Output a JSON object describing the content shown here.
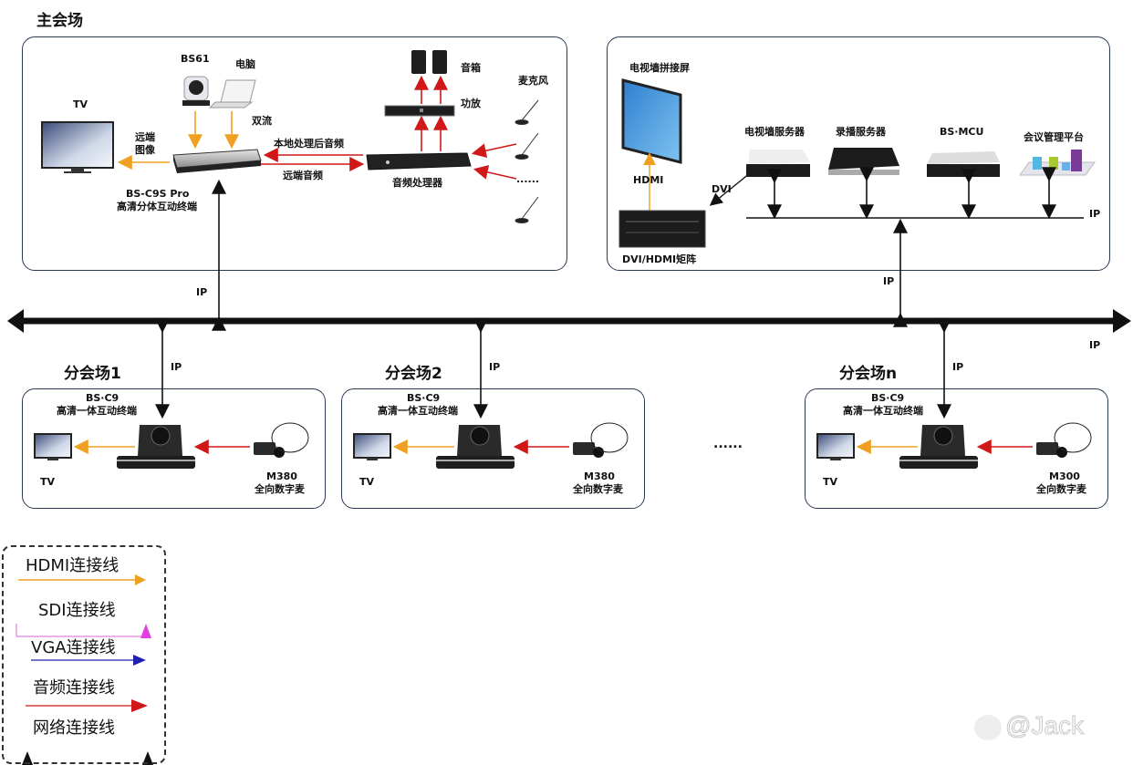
{
  "main_venue": {
    "title": "主会场",
    "tv_label": "TV",
    "camera_label": "BS61",
    "laptop_label": "电脑",
    "dual_stream_label": "双流",
    "remote_image_label_1": "远端",
    "remote_image_label_2": "图像",
    "terminal_model": "BS-C9S Pro",
    "terminal_desc": "高清分体互动终端",
    "local_audio_label": "本地处理后音频",
    "remote_audio_label": "远端音频",
    "audio_processor_label": "音频处理器",
    "amplifier_label": "功放",
    "speaker_label": "音箱",
    "microphone_label": "麦克风",
    "mic_ellipsis": "......"
  },
  "server_room": {
    "video_wall_label": "电视墙拼接屏",
    "hdmi_label": "HDMI",
    "dvi_label": "DVI",
    "matrix_label": "DVI/HDMI矩阵",
    "tv_wall_server_label": "电视墙服务器",
    "recording_server_label": "录播服务器",
    "mcu_label": "BS·MCU",
    "management_label": "会议管理平台",
    "ip_label": "IP"
  },
  "backbone": {
    "ip_main": "IP",
    "ip_server": "IP",
    "ip_right": "IP"
  },
  "branches": [
    {
      "title": "分会场1",
      "ip": "IP",
      "model": "BS·C9",
      "desc": "高清一体互动终端",
      "tv": "TV",
      "mic_model": "M380",
      "mic_desc": "全向数字麦"
    },
    {
      "title": "分会场2",
      "ip": "IP",
      "model": "BS·C9",
      "desc": "高清一体互动终端",
      "tv": "TV",
      "mic_model": "M380",
      "mic_desc": "全向数字麦"
    },
    {
      "title": "分会场n",
      "ip": "IP",
      "model": "BS·C9",
      "desc": "高清一体互动终端",
      "tv": "TV",
      "mic_model": "M300",
      "mic_desc": "全向数字麦"
    }
  ],
  "branch_ellipsis": "......",
  "legend": {
    "items": [
      {
        "label": "HDMI连接线",
        "color": "#f0a020"
      },
      {
        "label": "SDI连接线",
        "color": "#e040e0"
      },
      {
        "label": "VGA连接线",
        "color": "#2020b0"
      },
      {
        "label": "音频连接线",
        "color": "#d01818"
      },
      {
        "label": "网络连接线",
        "color": "#111111"
      }
    ]
  },
  "colors": {
    "hdmi": "#f0a020",
    "audio": "#d01818",
    "network": "#111111",
    "panel_border": "#2b3a52"
  },
  "watermark": "@Jack"
}
